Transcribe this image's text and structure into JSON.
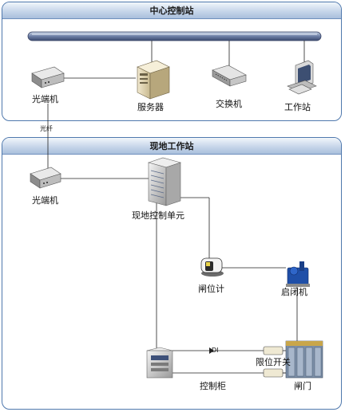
{
  "center": {
    "title": "中心控制站",
    "optical": "光端机",
    "server": "服务器",
    "switch": "交换机",
    "workstation": "工作站"
  },
  "fiber": "光纤",
  "field": {
    "title": "现地工作站",
    "optical": "光端机",
    "lcu": "现地控制单元",
    "gate_meter": "闸位计",
    "hoist": "启闭机",
    "di": "DI",
    "limit_switch": "限位开关",
    "cabinet": "控制柜",
    "gate": "闸门"
  }
}
